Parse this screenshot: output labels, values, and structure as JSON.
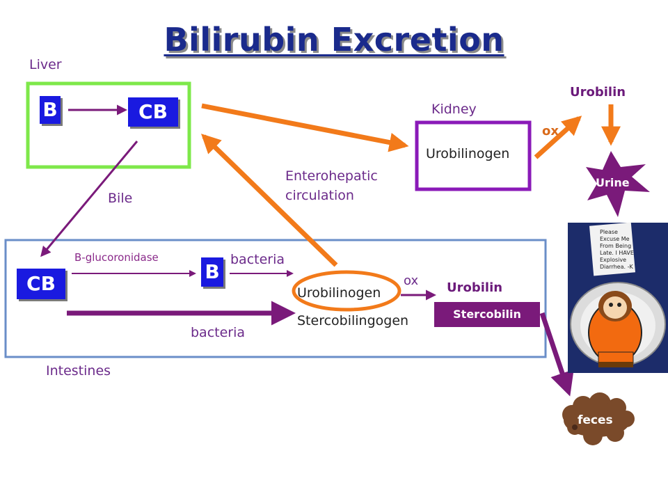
{
  "title": "Bilirubin Excretion",
  "liver": {
    "label": "Liver",
    "b": "B",
    "cb": "CB"
  },
  "kidney": {
    "label": "Kidney",
    "urobilinogen": "Urobilinogen",
    "ox": "ox"
  },
  "urine_path": {
    "urobilin": "Urobilin",
    "urine": "Urine"
  },
  "enterohepatic": {
    "line1": "Enterohepatic",
    "line2": "circulation"
  },
  "bile": "Bile",
  "intestines": {
    "label": "Intestines",
    "cb": "CB",
    "b": "B",
    "enzyme": "B-glucoronidase",
    "bacteria_top": "bacteria",
    "bacteria_bottom": "bacteria",
    "urobilinogen": "Urobilinogen",
    "stercobilinogen": "Stercobilingogen",
    "ox": "ox",
    "urobilin": "Urobilin",
    "stercobilin": "Stercobilin"
  },
  "feces": "feces",
  "poster": {
    "note": "Please Excuse Me From Being Late I HAVE Explosive Diarrhea. -K"
  },
  "colors": {
    "title": "#1a2a8c",
    "liver_border": "#7ee84a",
    "kidney_border": "#8a1ab8",
    "intestine_border": "#6a8ec8",
    "purple_arrow": "#7a1a7a",
    "orange_arrow": "#f27a1a",
    "blue_box": "#1a1ae0"
  }
}
